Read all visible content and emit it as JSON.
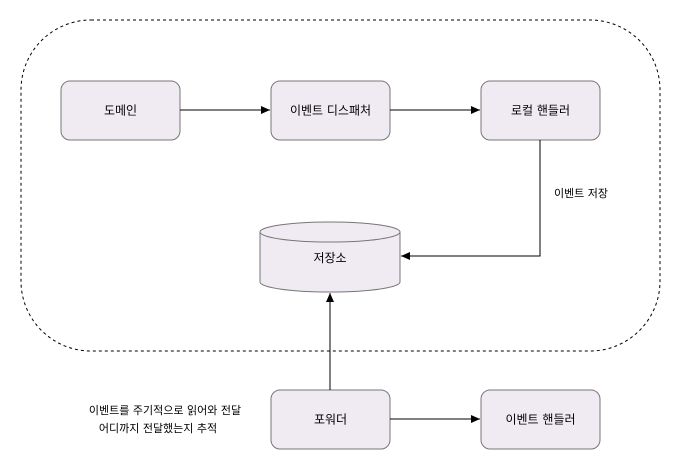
{
  "diagram": {
    "nodes": {
      "domain": "도메인",
      "dispatcher": "이벤트 디스패처",
      "local_handler": "로컬 핸들러",
      "storage": "저장소",
      "forwarder": "포워더",
      "event_handler": "이벤트 핸들러"
    },
    "edge_labels": {
      "store_event": "이벤트 저장",
      "forwarder_note_line1": "이벤트를 주기적으로 읽어와 전달",
      "forwarder_note_line2": "어디까지 전달했는지 추적"
    },
    "colors": {
      "node_fill": "#F0EBF3",
      "node_stroke": "#777777",
      "edge": "#000000",
      "boundary": "#000000"
    }
  }
}
